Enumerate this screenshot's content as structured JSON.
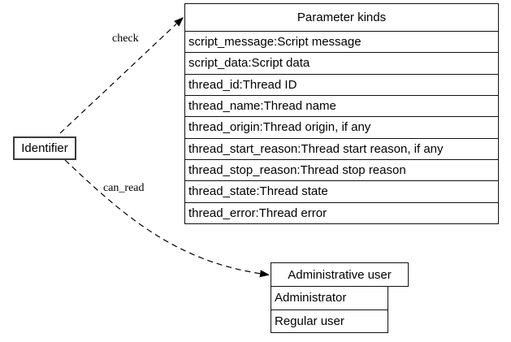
{
  "diagram": {
    "background_color": "#ffffff",
    "line_color": "#000000",
    "text_color": "#000000",
    "nodes": {
      "identifier": {
        "label": "Identifier"
      },
      "parameter_kinds": {
        "title": "Parameter kinds",
        "rows": [
          "script_message:Script message",
          "script_data:Script data",
          "thread_id:Thread ID",
          "thread_name:Thread name",
          "thread_origin:Thread origin, if any",
          "thread_start_reason:Thread start reason, if any",
          "thread_stop_reason:Thread stop reason",
          "thread_state:Thread state",
          "thread_error:Thread error"
        ]
      },
      "administrative_user": {
        "title": "Administrative user",
        "rows": [
          "Administrator",
          "Regular user"
        ]
      }
    },
    "edges": [
      {
        "label": "check",
        "from": "identifier",
        "to": "parameter_kinds",
        "style": "dashed"
      },
      {
        "label": "can_read",
        "from": "identifier",
        "to": "administrative_user",
        "style": "dashed"
      }
    ]
  }
}
